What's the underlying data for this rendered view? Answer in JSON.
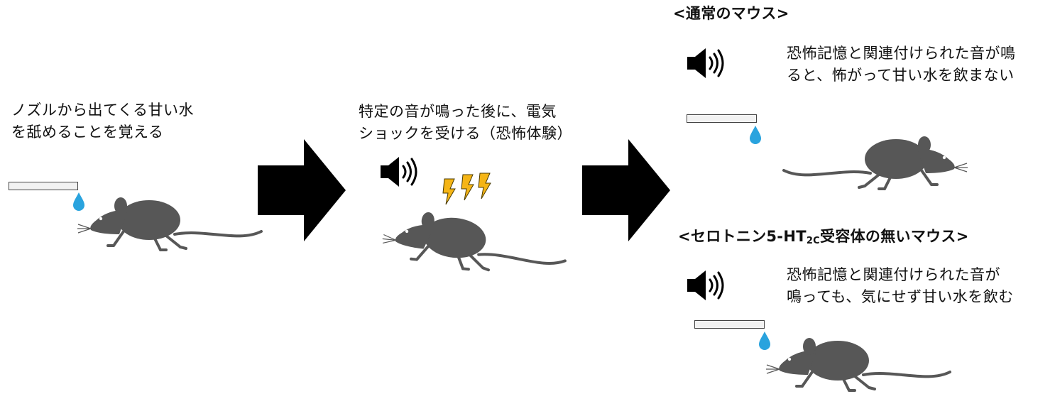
{
  "step1": {
    "line1": "ノズルから出てくる甘い水",
    "line2": "を舐めることを覚える"
  },
  "step2": {
    "line1": "特定の音が鳴った後に、電気",
    "line2": "ショックを受ける（恐怖体験）"
  },
  "normal": {
    "heading": "<通常のマウス>",
    "line1": "恐怖記憶と関連付けられた音が鳴",
    "line2": "ると、怖がって甘い水を飲まない"
  },
  "knockout": {
    "heading_pre": "<セロトニン5-HT",
    "heading_sub": "2C",
    "heading_post": "受容体の無いマウス>",
    "line1": "恐怖記憶と関連付けられた音が",
    "line2": "鳴っても、気にせず甘い水を飲む"
  },
  "colors": {
    "mouse": "#575757",
    "water_drop": "#29a3de",
    "lightning": "#f5b516",
    "arrow": "#000000"
  },
  "icons": [
    "mouse-icon",
    "speaker-icon",
    "lightning-icon",
    "water-drop-icon",
    "nozzle",
    "right-arrow-icon"
  ]
}
